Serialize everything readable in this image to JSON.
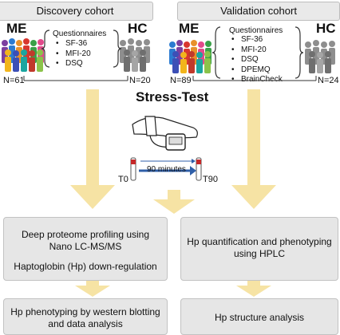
{
  "discovery": {
    "header": "Discovery cohort",
    "me_label": "ME",
    "hc_label": "HC",
    "n_me": "N=61",
    "n_hc": "N=20",
    "questionnaires_title": "Questionnaires",
    "questionnaires": [
      "SF-36",
      "MFI-20",
      "DSQ"
    ]
  },
  "validation": {
    "header": "Validation cohort",
    "me_label": "ME",
    "hc_label": "HC",
    "n_me": "N=89",
    "n_hc": "N=24",
    "questionnaires_title": "Questionnaires",
    "questionnaires": [
      "SF-36",
      "MFI-20",
      "DSQ",
      "DPEMQ",
      "BrainCheck"
    ]
  },
  "stress_test": {
    "title": "Stress-Test",
    "t0": "T0",
    "t90": "T90",
    "duration": "90 minutes"
  },
  "discovery_flow": {
    "box1_line1": "Deep proteome profiling using",
    "box1_line2": "Nano LC-MS/MS",
    "box1_line3": "Haptoglobin (Hp) down-regulation",
    "box2_line1": "Hp phenotyping by western blotting",
    "box2_line2": "and data analysis"
  },
  "validation_flow": {
    "box1_line1": "Hp quantification and phenotyping",
    "box1_line2": "using HPLC",
    "box2_line1": "Hp structure analysis"
  },
  "colors": {
    "arrow": "#f6e3a4",
    "box_fill": "#e6e6e6",
    "tube_red": "#c62828",
    "timeline_blue": "#2f5fa8",
    "hc_gray": "#8e8e8e"
  }
}
